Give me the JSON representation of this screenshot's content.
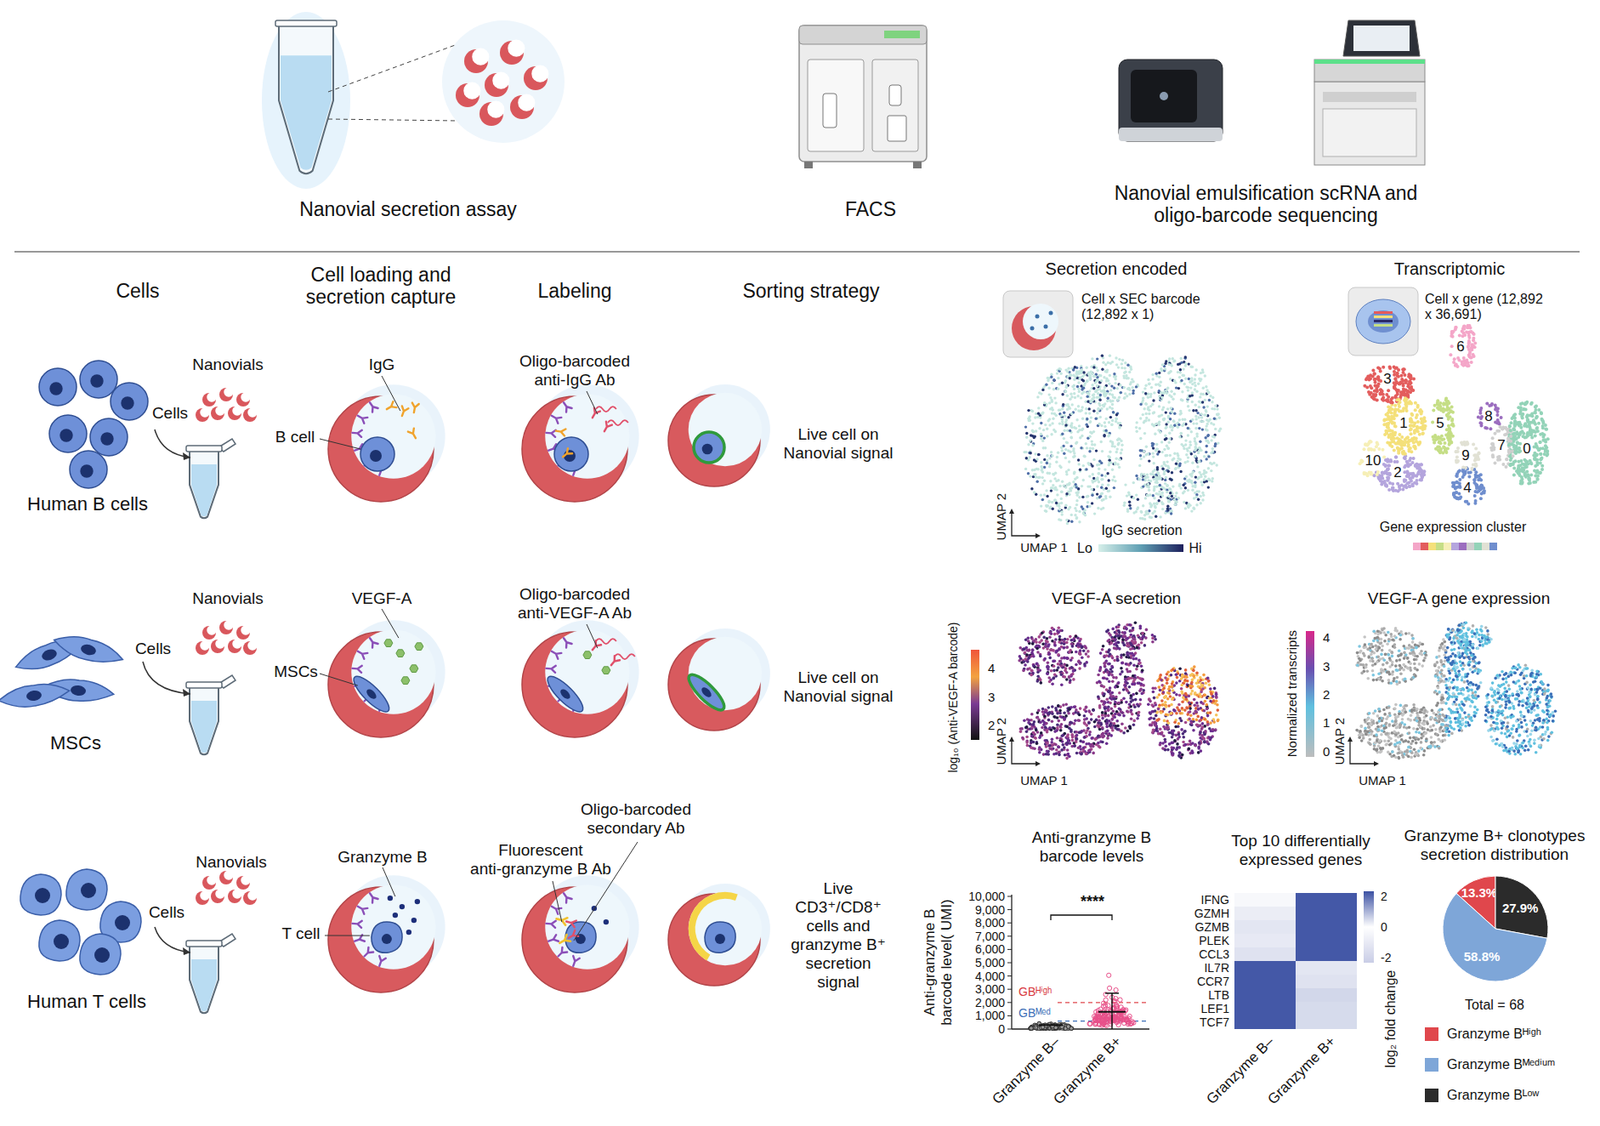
{
  "diagram": {
    "nodes": [
      {
        "text": [
          "13.3%"
        ]
      },
      {
        "text": [
          "27.9%"
        ]
      },
      {
        "text": [
          "58.8%"
        ]
      }
    ],
    "labels": [
      "Nanovial secretion assay",
      "FACS",
      "Nanovial emulsification scRNA and oligo-barcode sequencing",
      "Cells",
      "Cell loading and secretion capture",
      "Labeling",
      "Sorting strategy",
      "Secretion encoded",
      "Transcriptomic",
      "Nanovials",
      "IgG",
      "Oligo-barcoded anti-IgG Ab",
      "Cells",
      "B cell",
      "Live cell on Nanovial signal",
      "Human B cells",
      "Cell x SEC barcode (12,892 x 1)",
      "Cell x gene (12,892 x 36,691)",
      "6",
      "3",
      "1",
      "5",
      "8",
      "7",
      "0",
      "10",
      "2",
      "9",
      "4",
      "UMAP 2",
      "UMAP 1",
      "IgG secretion",
      "Lo",
      "Hi",
      "Gene expression cluster",
      "Nanovials",
      "VEGF-A",
      "Oligo-barcoded anti-VEGF-A Ab",
      "Cells",
      "MSCs",
      "Live cell on Nanovial signal",
      "MSCs",
      "VEGF-A secretion",
      "VEGF-A gene expression",
      "4",
      "3",
      "2",
      "log₁₀ (Anti-VEGF-A barcode)",
      "UMAP 2",
      "UMAP 1",
      "4",
      "3",
      "2",
      "1",
      "0",
      "Normalized transcripts",
      "UMAP 2",
      "UMAP 1",
      "Nanovials",
      "Granzyme B",
      "Oligo-barcoded secondary Ab",
      "Fluorescent anti-granzyme B Ab",
      "Cells",
      "T cell",
      "Live CD3⁺/CD8⁺ cells and granzyme B⁺ secretion signal",
      "Human T cells",
      "Anti-granzyme B barcode levels",
      "Anti-granzyme B barcode level( UMI)",
      "10,000",
      "9,000",
      "8,000",
      "7,000",
      "6,000",
      "5,000",
      "4,000",
      "3,000",
      "2,000",
      "1,000",
      "0",
      "****",
      "GBᴴⁱᵍʰ",
      "GBᴹᵉᵈ",
      "Granzyme B–",
      "Granzyme B+",
      "Top 10 differentially expressed genes",
      "IFNG",
      "GZMH",
      "GZMB",
      "PLEK",
      "CCL3",
      "IL7R",
      "CCR7",
      "LTB",
      "LEF1",
      "TCF7",
      "2",
      "0",
      "-2",
      "log₂ fold change",
      "Granzyme B–",
      "Granzyme B+",
      "Granzyme B+ clonotypes secretion distribution",
      "Total = 68"
    ],
    "legend": [
      {
        "text": "Granzyme Bᴴⁱᵍʰ",
        "color": "#e0474c"
      },
      {
        "text": "Granzyme Bᴹᵉᵈⁱᵘᵐ",
        "color": "#7ea6d8"
      },
      {
        "text": "Granzyme Bᴸᵒʷ",
        "color": "#2b2b2b"
      }
    ]
  }
}
